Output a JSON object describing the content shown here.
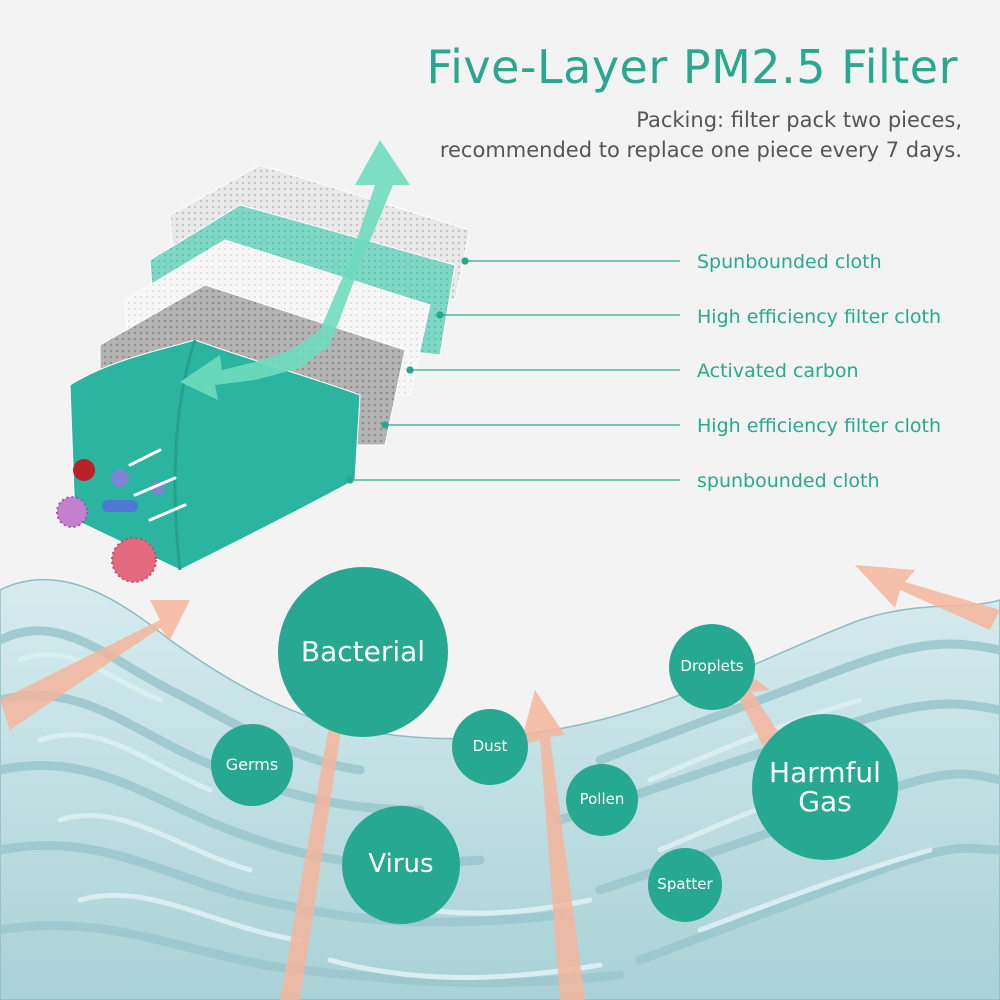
{
  "header": {
    "title": "Five-Layer PM2.5 Filter",
    "subtitle_line1": "Packing: filter pack two pieces,",
    "subtitle_line2": "recommended to replace one piece every 7 days."
  },
  "layers": [
    "Spunbounded cloth",
    "High efficiency filter cloth",
    "Activated carbon",
    "High efficiency filter cloth",
    "spunbounded cloth"
  ],
  "pollutants": {
    "bacterial": "Bacterial",
    "germs": "Germs",
    "virus": "Virus",
    "dust": "Dust",
    "pollen": "Pollen",
    "spatter": "Spatter",
    "droplets": "Droplets",
    "harmful_gas_line1": "Harmful",
    "harmful_gas_line2": "Gas"
  },
  "colors": {
    "accent": "#2aa88f",
    "bubble": "#27a890",
    "fiber": "#bfe0e4",
    "arrow": "#f4b59c",
    "mask_teal": "#2bb5a0"
  }
}
